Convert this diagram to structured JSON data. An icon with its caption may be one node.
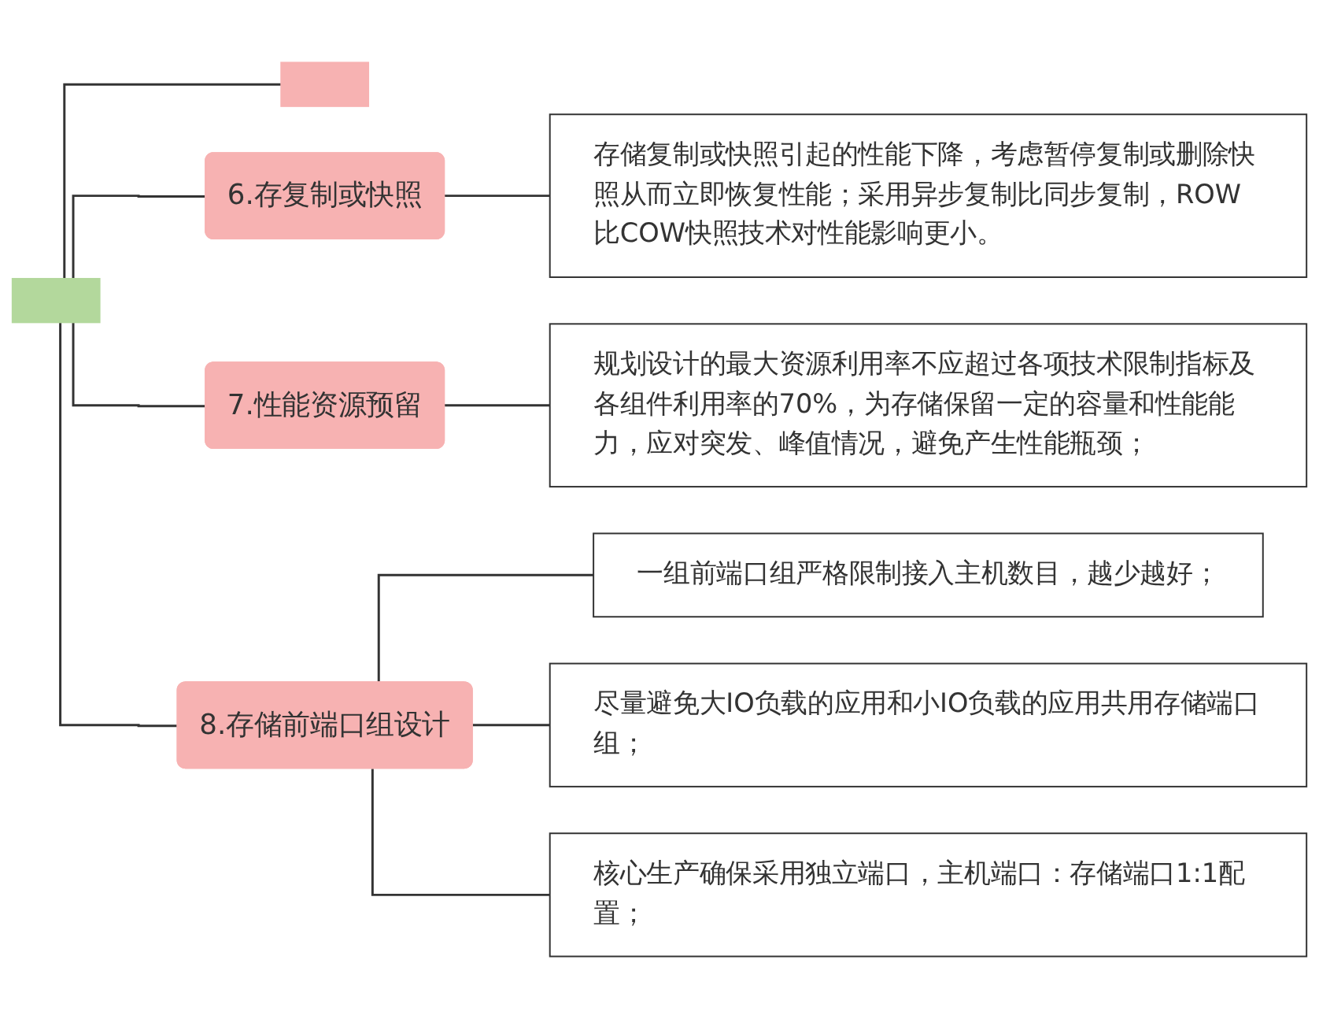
{
  "diagram": {
    "nodes": [
      {
        "text": [],
        "shape": "box"
      },
      {
        "text": [],
        "shape": "box"
      },
      {
        "text": [
          "6.存复制或快照"
        ]
      },
      {
        "text": [
          "存储复制或快照引起的性能下降，考虑暂停复制或删除快照从而立即恢复性能；采用异步复制比同步复制，ROW比COW快照技术对性能影响更小。"
        ]
      },
      {
        "text": [
          "7.性能资源预留"
        ]
      },
      {
        "text": [
          "规划设计的最大资源利用率不应超过各项技术限制指标及各组件利用率的70%，为存储保留一定的容量和性能能力，应对突发、峰值情况，避免产生性能瓶颈；"
        ]
      },
      {
        "text": [
          "8.存储前端口组设计"
        ]
      },
      {
        "text": [
          "一组前端口组严格限制接入主机数目，越少越好；"
        ]
      },
      {
        "text": [
          "尽量避免大IO负载的应用和小IO负载的应用共用存储端口组；"
        ]
      },
      {
        "text": [
          "核心生产确保采用独立端口，主机端口：存储端口1:1配置；"
        ]
      }
    ],
    "edges": [
      {
        "from": 0,
        "to": 1,
        "arrow": "none"
      },
      {
        "from": 0,
        "to": 2,
        "arrow": "none"
      },
      {
        "from": 0,
        "to": 4,
        "arrow": "none"
      },
      {
        "from": 0,
        "to": 6,
        "arrow": "none"
      },
      {
        "from": 2,
        "to": 3,
        "arrow": "none"
      },
      {
        "from": 4,
        "to": 5,
        "arrow": "none"
      },
      {
        "from": 6,
        "to": 7,
        "arrow": "none"
      },
      {
        "from": 6,
        "to": 8,
        "arrow": "none"
      },
      {
        "from": 6,
        "to": 9,
        "arrow": "none"
      }
    ]
  }
}
